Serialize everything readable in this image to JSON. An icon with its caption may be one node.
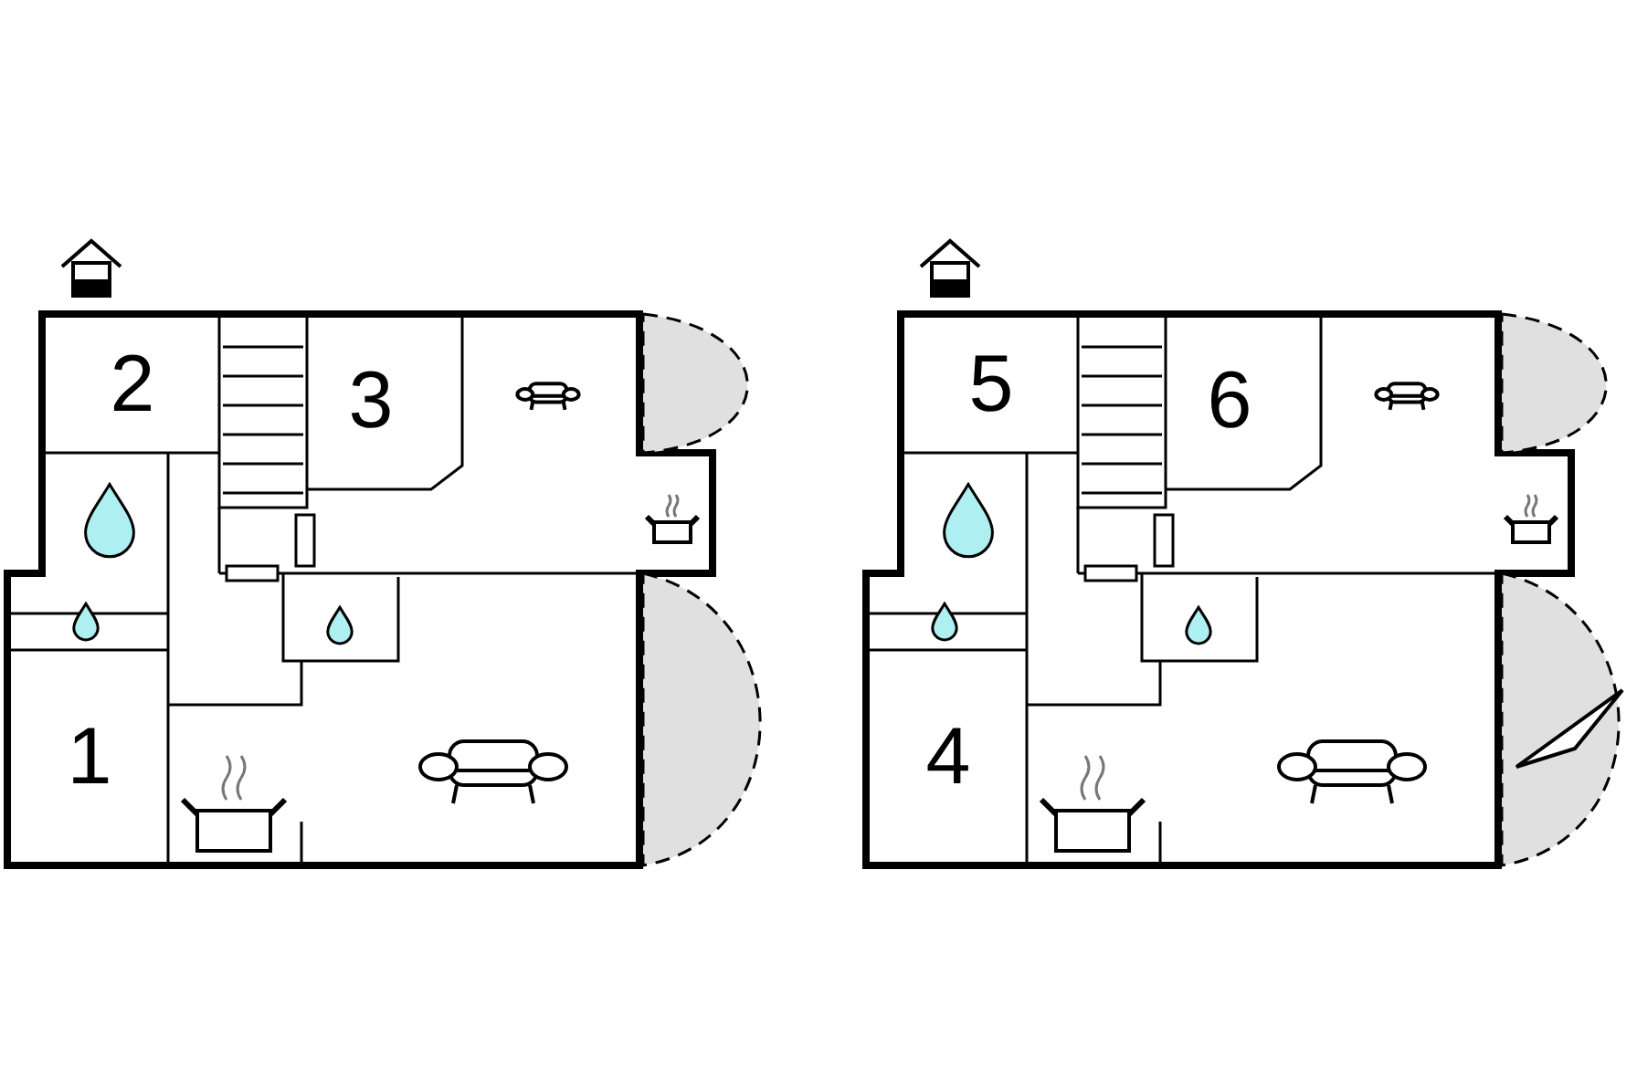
{
  "diagram": {
    "nodes": [
      {
        "text": [
          "2"
        ]
      },
      {
        "text": [
          "3"
        ]
      },
      {
        "text": [
          "1"
        ]
      },
      {
        "text": [],
        "shape": "semicircle"
      },
      {
        "text": [],
        "shape": "semicircle"
      },
      {
        "text": [
          "5"
        ]
      },
      {
        "text": [
          "6"
        ]
      },
      {
        "text": [
          "4"
        ]
      },
      {
        "text": [],
        "shape": "semicircle"
      },
      {
        "text": [],
        "shape": "semicircle"
      }
    ]
  }
}
